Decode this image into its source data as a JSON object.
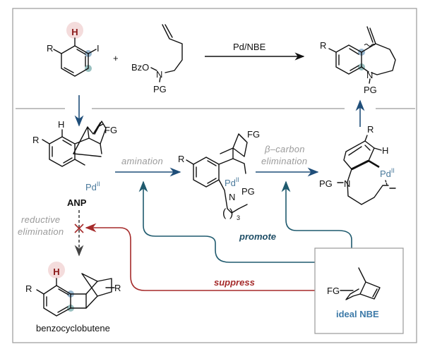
{
  "scheme": {
    "top_reaction": {
      "reagent_1": {
        "sub_R": "R",
        "sub_H": "H",
        "sub_I": "I"
      },
      "plus": "+",
      "reagent_2": {
        "leaving_group": "BzO",
        "nitrogen": "N",
        "protecting_group": "PG"
      },
      "conditions": "Pd/NBE",
      "product": {
        "sub_R": "R",
        "nitrogen": "N",
        "protecting_group": "PG"
      }
    },
    "intermediates": {
      "anp": {
        "label": "ANP",
        "sub_R": "R",
        "sub_H": "H",
        "sub_FG": "FG",
        "metal": "Pd",
        "oxidation": "II"
      },
      "aminated": {
        "sub_R": "R",
        "sub_FG": "FG",
        "metal": "Pd",
        "oxidation": "II",
        "nitrogen": "N",
        "protecting_group": "PG",
        "chain_subscript": "3"
      },
      "beta_product": {
        "sub_R": "R",
        "sub_H": "H",
        "metal": "Pd",
        "oxidation": "II",
        "nitrogen": "N",
        "protecting_group": "PG"
      }
    },
    "steps": {
      "amination": "amination",
      "beta_carbon_1": "β–carbon",
      "beta_carbon_2": "elimination",
      "reductive_1": "reductive",
      "reductive_2": "elimination"
    },
    "side_product": {
      "label": "benzocyclobutene",
      "sub_R1": "R",
      "sub_R2": "R",
      "sub_H": "H"
    },
    "ideal_nbe": {
      "label": "ideal NBE",
      "sub_FG": "FG"
    },
    "effects": {
      "promote": "promote",
      "suppress": "suppress"
    },
    "colors": {
      "frame": "#9a9a9a",
      "navy": "#1f4e79",
      "teal": "#1f5a6e",
      "red": "#a52a2a",
      "pd_blue": "#4a7a9c",
      "gray_label": "#9a9a9a",
      "highlight_red": "#f2dede",
      "highlight_blue": "#7fa6c4",
      "nbe_label": "#3d7aa8"
    }
  }
}
